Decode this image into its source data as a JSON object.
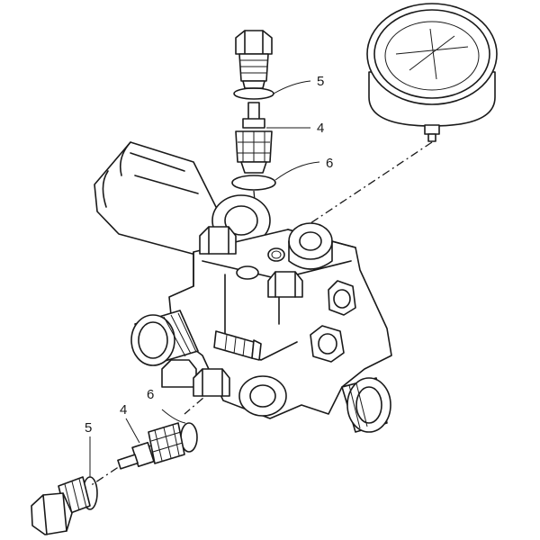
{
  "callouts": {
    "top_o_ring": "5",
    "top_valve": "4",
    "top_seat_ring": "6",
    "bottom_seat_ring": "6",
    "bottom_valve": "4",
    "bottom_o_ring": "5"
  },
  "colors": {
    "line": "#1a1a1a",
    "background": "#ffffff"
  }
}
